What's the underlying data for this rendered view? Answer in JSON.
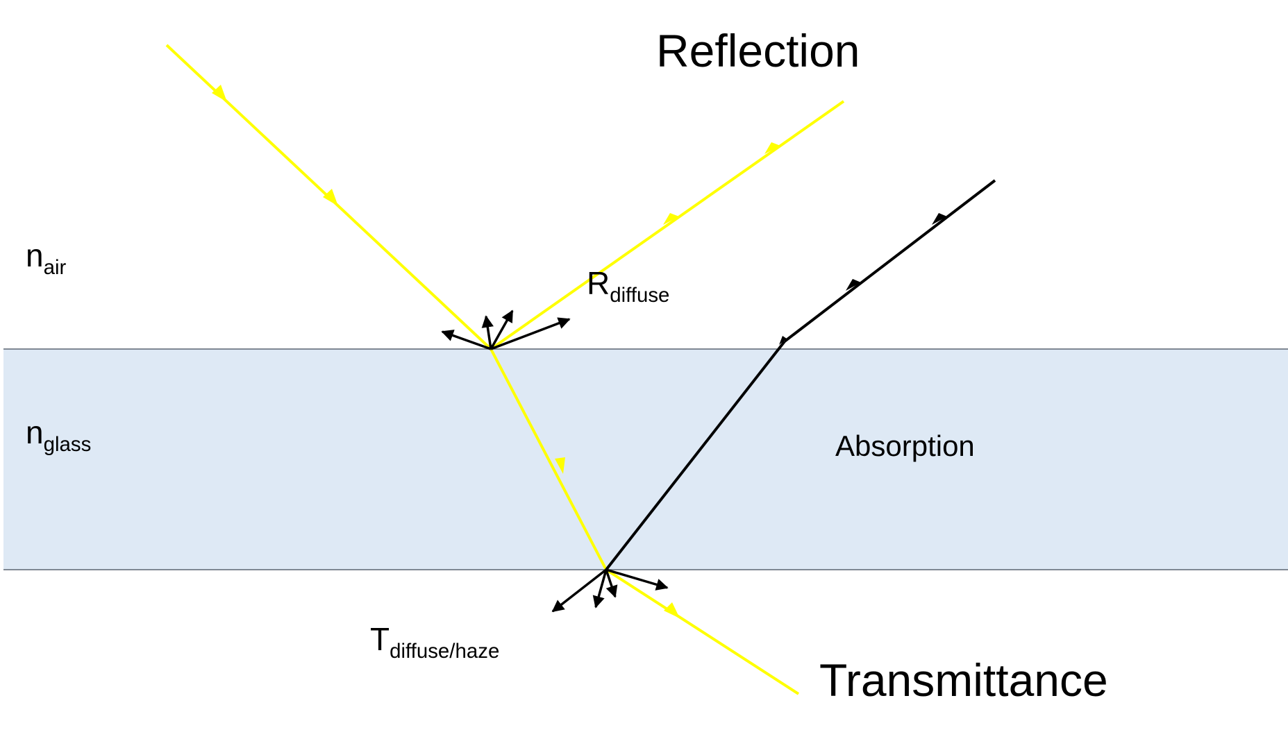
{
  "labels": {
    "reflection": "Reflection",
    "transmittance": "Transmittance",
    "absorption": "Absorption",
    "n_air_base": "n",
    "n_air_sub": "air",
    "n_glass_base": "n",
    "n_glass_sub": "glass",
    "r_diffuse_base": "R",
    "r_diffuse_sub": "diffuse",
    "t_diffuse_base": "T",
    "t_diffuse_sub": "diffuse/haze"
  },
  "colors": {
    "light_ray": "#ffff00",
    "absorbed_ray": "#000000",
    "glass_fill": "#dee9f5",
    "glass_edge": "#5a6470",
    "text": "#000000"
  }
}
